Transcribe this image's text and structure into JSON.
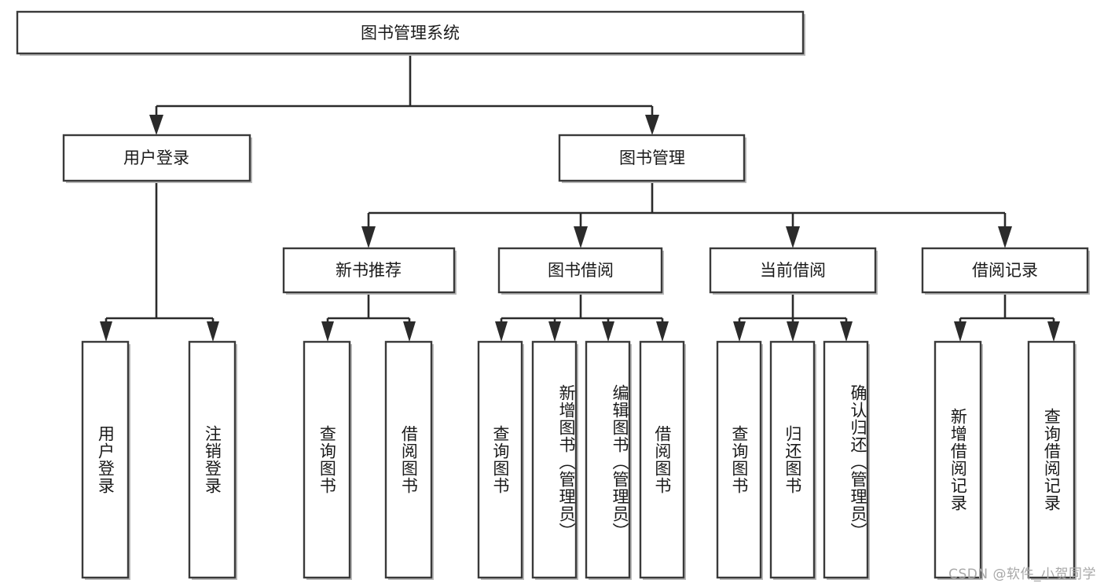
{
  "diagram": {
    "type": "tree-hierarchy",
    "title": "图书管理系统",
    "watermark": "CSDN @软件_小贺同学",
    "colors": {
      "box_stroke": "#3a3a3a",
      "box_fill": "#ffffff",
      "connector": "#2b2b2b",
      "shadow": "#b9b9b9",
      "text": "#1a1a1a",
      "watermark": "#a8a8a8"
    },
    "root": {
      "label": "图书管理系统"
    },
    "level2": [
      {
        "id": "user-login",
        "label": "用户登录"
      },
      {
        "id": "book-manage",
        "label": "图书管理"
      }
    ],
    "level3": [
      {
        "id": "new-book-recommend",
        "label": "新书推荐",
        "parent": "book-manage"
      },
      {
        "id": "book-borrow",
        "label": "图书借阅",
        "parent": "book-manage"
      },
      {
        "id": "current-borrow",
        "label": "当前借阅",
        "parent": "book-manage"
      },
      {
        "id": "borrow-record",
        "label": "借阅记录",
        "parent": "book-manage"
      }
    ],
    "leaves": {
      "user-login": [
        {
          "id": "leaf-user-login",
          "label": "用户登录"
        },
        {
          "id": "leaf-logout",
          "label": "注销登录"
        }
      ],
      "new-book-recommend": [
        {
          "id": "leaf-query-book-1",
          "label": "查询图书"
        },
        {
          "id": "leaf-borrow-book-1",
          "label": "借阅图书"
        }
      ],
      "book-borrow": [
        {
          "id": "leaf-query-book-2",
          "label": "查询图书"
        },
        {
          "id": "leaf-add-book",
          "label": "新增图书（管理员）"
        },
        {
          "id": "leaf-edit-book",
          "label": "编辑图书（管理员）"
        },
        {
          "id": "leaf-borrow-book-2",
          "label": "借阅图书"
        }
      ],
      "current-borrow": [
        {
          "id": "leaf-query-book-3",
          "label": "查询图书"
        },
        {
          "id": "leaf-return-book",
          "label": "归还图书"
        },
        {
          "id": "leaf-confirm-return",
          "label": "确认归还（管理员）"
        }
      ],
      "borrow-record": [
        {
          "id": "leaf-add-record",
          "label": "新增借阅记录"
        },
        {
          "id": "leaf-query-record",
          "label": "查询借阅记录"
        }
      ]
    }
  }
}
